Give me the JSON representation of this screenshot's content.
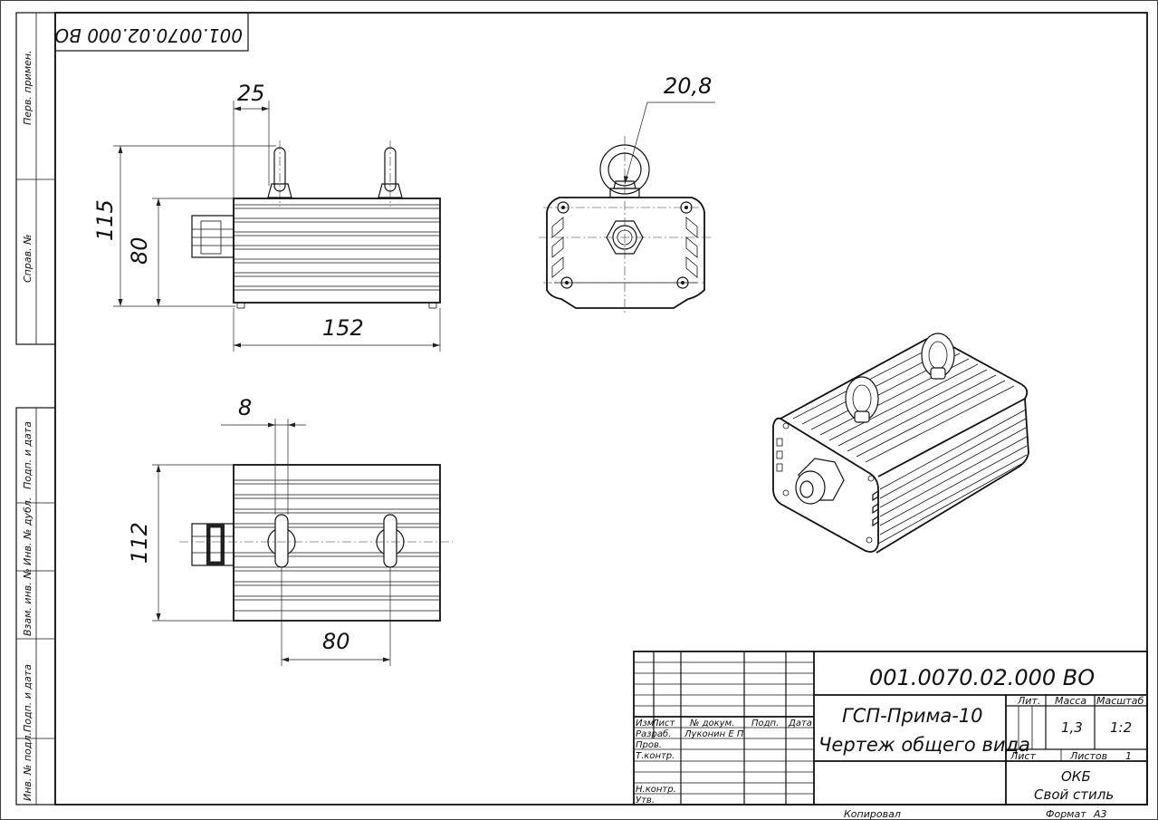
{
  "doc_code": "001.0070.02.000 ВО",
  "doc_code_rotated": "001.0070.02.000 ВО",
  "margin": {
    "perv_primen": "Перв. примен.",
    "sprav_no": "Справ. №",
    "podp_data_1": "Подп. и дата",
    "inv_dubl": "Инв. № дубл.",
    "vzam_inv": "Взам. инв. №",
    "podp_data_2": "Подп. и дата",
    "inv_podl": "Инв. № подл."
  },
  "dims": {
    "d25": "25",
    "d115": "115",
    "d80_vertical": "80",
    "d152": "152",
    "d20_8": "20,8",
    "d8": "8",
    "d112": "112",
    "d80_horizontal": "80"
  },
  "title_block": {
    "cols": {
      "izm": "Изм",
      "list": "Лист",
      "no_dokum": "№ докум.",
      "podp": "Подп.",
      "data": "Дата"
    },
    "rows": {
      "razrab": "Разраб.",
      "razrab_name": "Луконин Е П",
      "prov": "Пров.",
      "t_kontr": "Т.контр.",
      "n_kontr": "Н.контр.",
      "utv": "Утв."
    },
    "name_line1": "ГСП-Прима-10",
    "name_line2": "Чертеж общего вида",
    "lit_label": "Лит.",
    "massa_label": "Масса",
    "masshtab_label": "Масштаб",
    "massa": "1,3",
    "masshtab": "1:2",
    "list_label": "Лист",
    "listov_label": "Листов",
    "listov": "1",
    "org_line1": "ОКБ",
    "org_line2": "Свой стиль"
  },
  "footer": {
    "kopiroval": "Копировал",
    "format_label": "Формат",
    "format": "А3"
  }
}
